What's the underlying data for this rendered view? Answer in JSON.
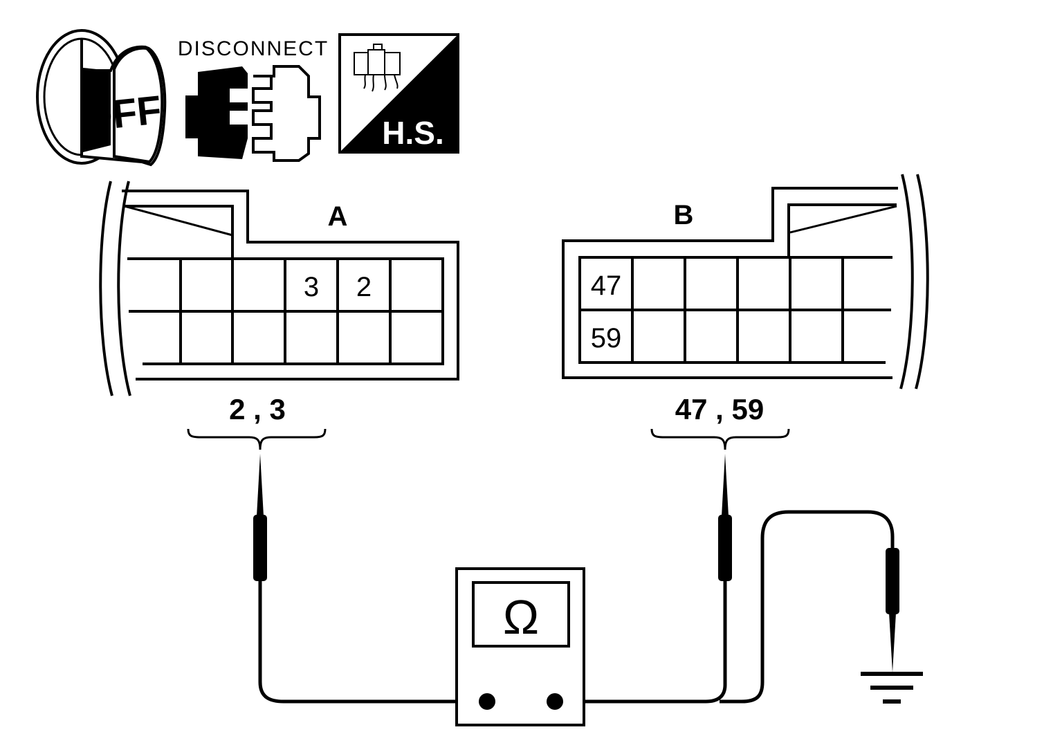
{
  "icons": {
    "ignition_off": {
      "label": "OFF",
      "icon": "ignition-key-off-icon"
    },
    "disconnect": {
      "label": "DISCONNECT",
      "icon": "connector-disconnect-icon"
    },
    "harness_side": {
      "label": "H.S.",
      "icon": "harness-side-icon"
    }
  },
  "connector_a": {
    "label": "A",
    "pins": [
      "3",
      "2"
    ],
    "probe_label": "2 , 3"
  },
  "connector_b": {
    "label": "B",
    "pins": [
      "47",
      "59"
    ],
    "probe_label": "47 , 59"
  },
  "meter": {
    "symbol": "Ω",
    "icon": "ohmmeter-icon"
  },
  "ground": {
    "icon": "ground-icon"
  },
  "colors": {
    "line": "#000000",
    "background": "#ffffff"
  }
}
